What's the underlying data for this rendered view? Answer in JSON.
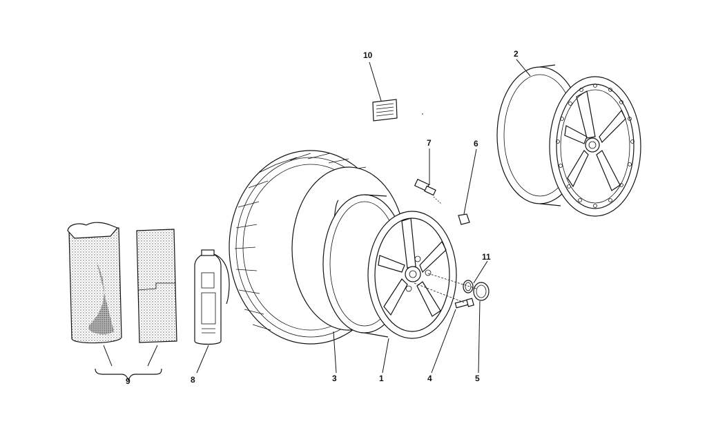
{
  "callouts": [
    {
      "id": "c1",
      "label": "1"
    },
    {
      "id": "c2",
      "label": "2"
    },
    {
      "id": "c3",
      "label": "3"
    },
    {
      "id": "c4",
      "label": "4"
    },
    {
      "id": "c5",
      "label": "5"
    },
    {
      "id": "c6",
      "label": "6"
    },
    {
      "id": "c7",
      "label": "7"
    },
    {
      "id": "c8",
      "label": "8"
    },
    {
      "id": "c9",
      "label": "9"
    },
    {
      "id": "c10",
      "label": "10"
    },
    {
      "id": "c11",
      "label": "11"
    }
  ],
  "colors": {
    "ink": "#111111",
    "paper": "#ffffff",
    "stipple": "#555555"
  }
}
